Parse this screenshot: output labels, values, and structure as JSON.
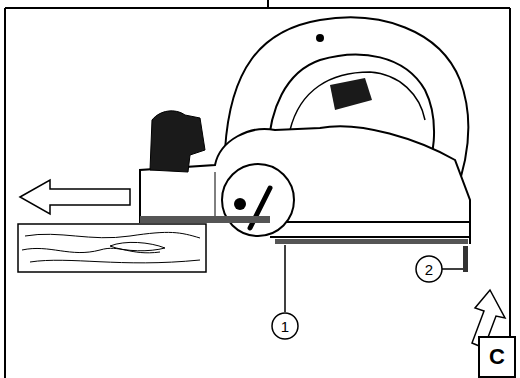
{
  "diagram": {
    "nodes": [
      {
        "text": [
          "C"
        ]
      }
    ],
    "labels": [
      "1",
      "2"
    ]
  }
}
